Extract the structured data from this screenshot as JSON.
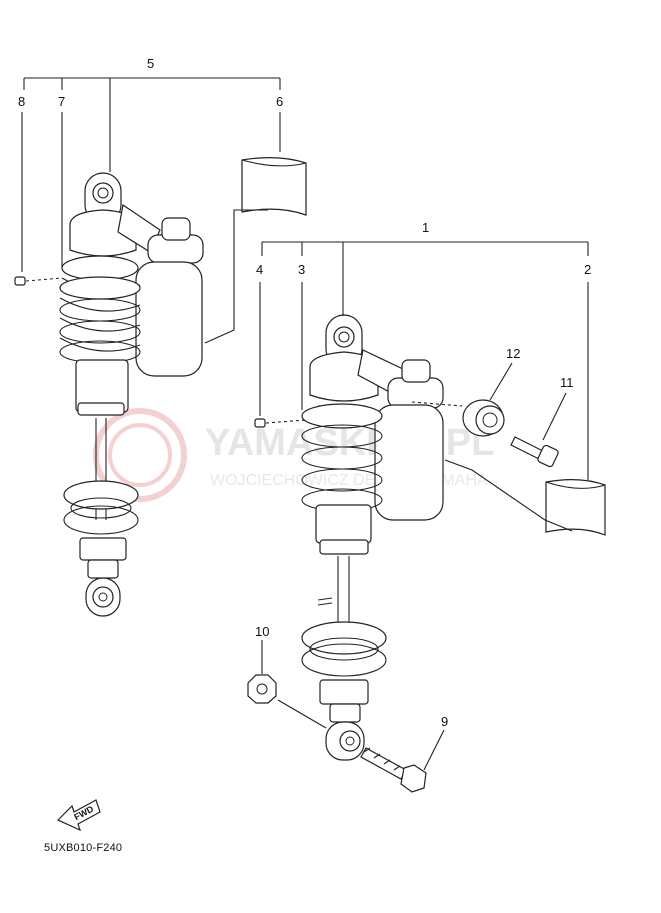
{
  "diagram": {
    "drawing_code": "5UXB010-F240",
    "fwd_label": "FWD",
    "watermark": {
      "brand": "YAMASKLEP.PL",
      "subtitle": "WOJCIECHOWICZ DEALER YAMAHA"
    },
    "callouts": [
      "1",
      "2",
      "3",
      "4",
      "5",
      "6",
      "7",
      "8",
      "9",
      "10",
      "11",
      "12"
    ]
  }
}
